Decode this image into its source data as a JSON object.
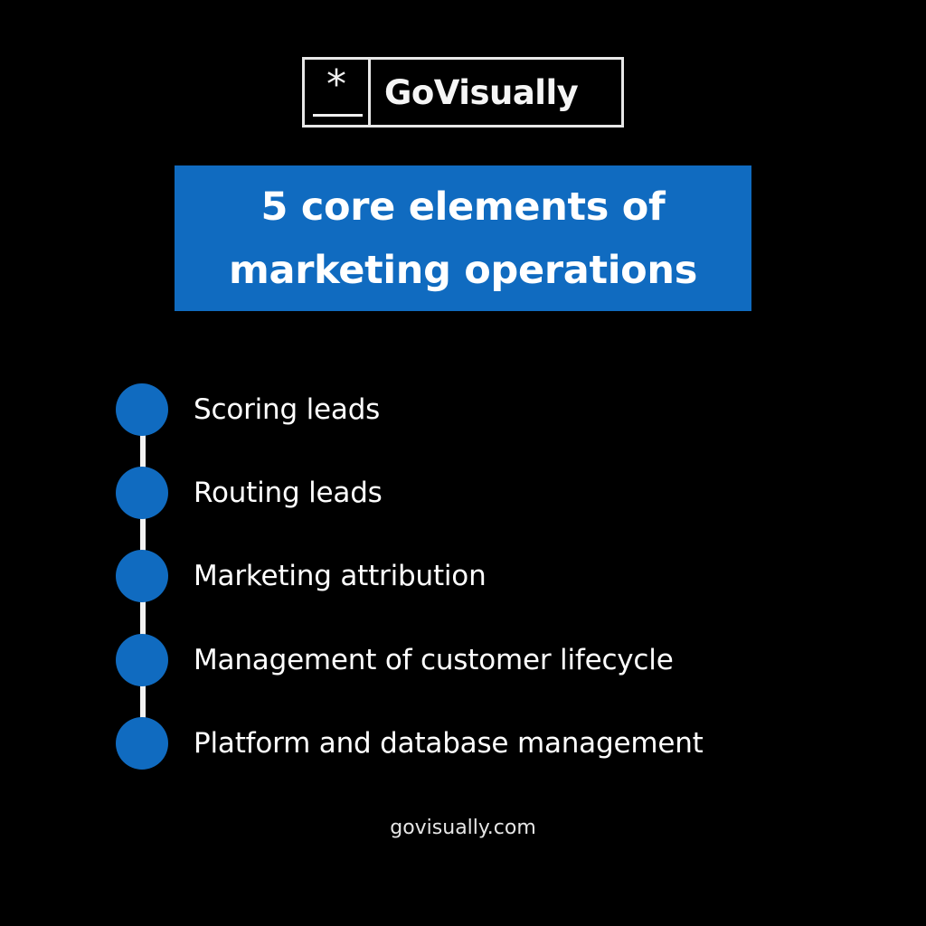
{
  "logo": {
    "mark": "*",
    "wordmark": "GoVisually",
    "border_color": "#e8e8e8"
  },
  "title": {
    "line1": "5 core elements of",
    "line2": "marketing operations",
    "background_color": "#106bc0"
  },
  "elements": {
    "items": [
      {
        "label": "Scoring leads"
      },
      {
        "label": "Routing leads"
      },
      {
        "label": "Marketing attribution"
      },
      {
        "label": "Management of customer lifecycle"
      },
      {
        "label": "Platform and database management"
      }
    ],
    "dot_color": "#106bc0",
    "line_color": "#f2f2f2"
  },
  "footer": {
    "url": "govisually.com"
  }
}
